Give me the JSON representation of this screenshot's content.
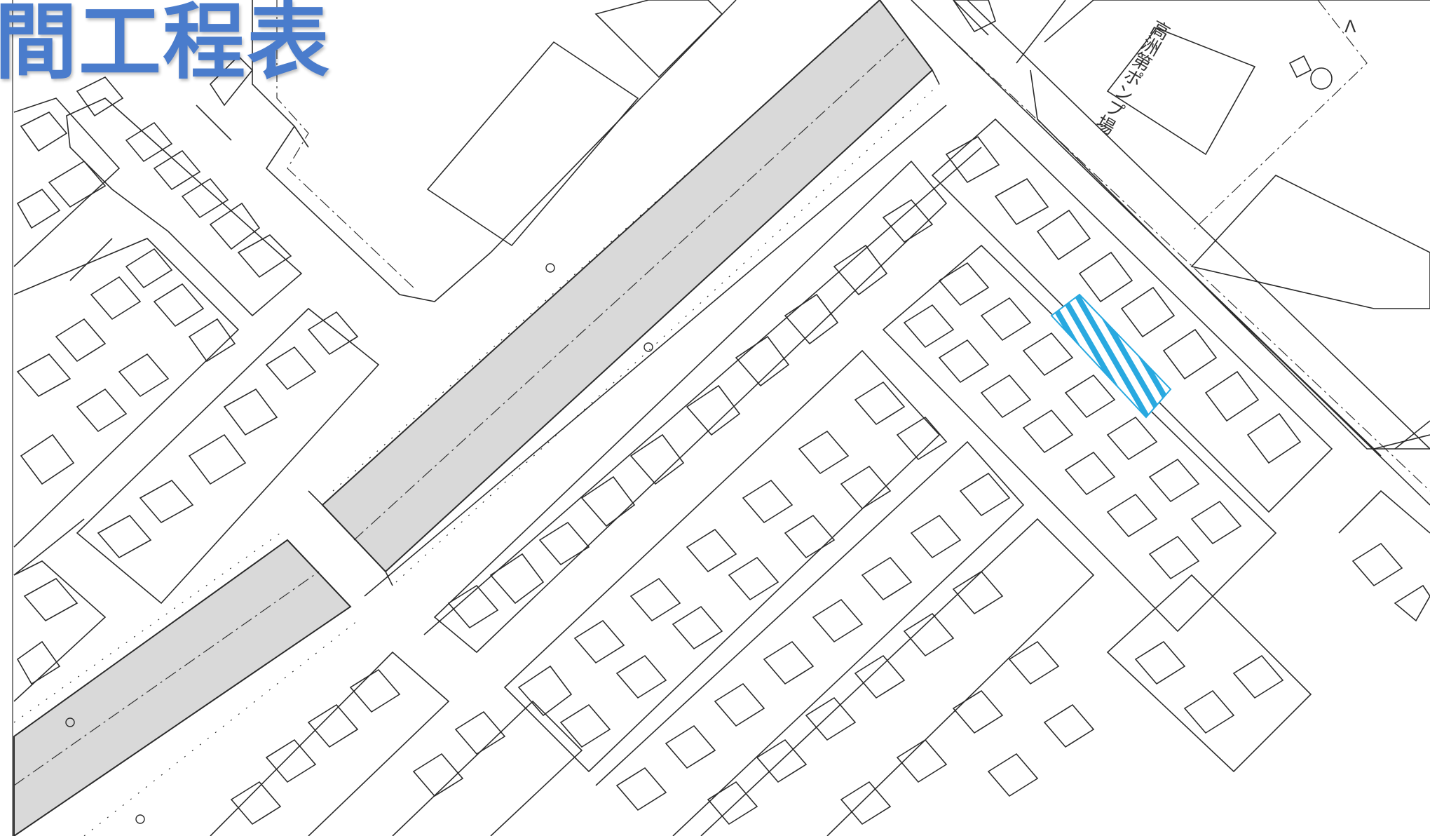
{
  "header": {
    "title": "間工程表"
  },
  "map": {
    "facility_label": "高洲第ポンプ場",
    "corner_mark": "Λ",
    "colors": {
      "highlight": "#29a9e0",
      "title": "#4a7ccc",
      "park_fill": "#d9d9d9",
      "line": "#2b2b2b"
    },
    "highlight_pattern": "diagonal-hatch"
  }
}
